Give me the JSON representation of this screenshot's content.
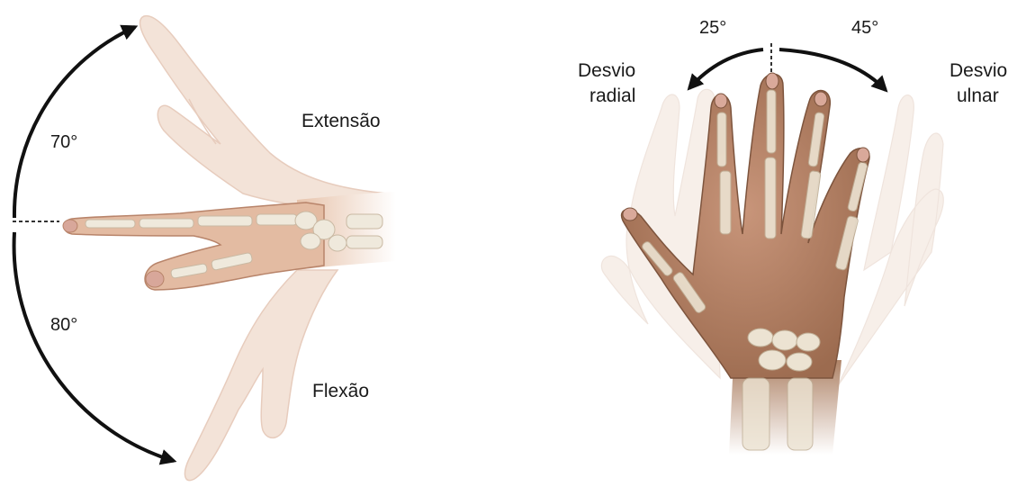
{
  "left_panel": {
    "extension_angle": "70°",
    "flexion_angle": "80°",
    "extension_label": "Extensão",
    "flexion_label": "Flexão"
  },
  "right_panel": {
    "radial_angle": "25°",
    "ulnar_angle": "45°",
    "radial_label_line1": "Desvio",
    "radial_label_line2": "radial",
    "ulnar_label_line1": "Desvio",
    "ulnar_label_line2": "ulnar"
  },
  "colors": {
    "skin_light": "#f1dfd3",
    "skin_mid": "#e9cbb8",
    "skin_dark": "#b88466",
    "bone": "#efe9dc",
    "arrow": "#111111"
  }
}
